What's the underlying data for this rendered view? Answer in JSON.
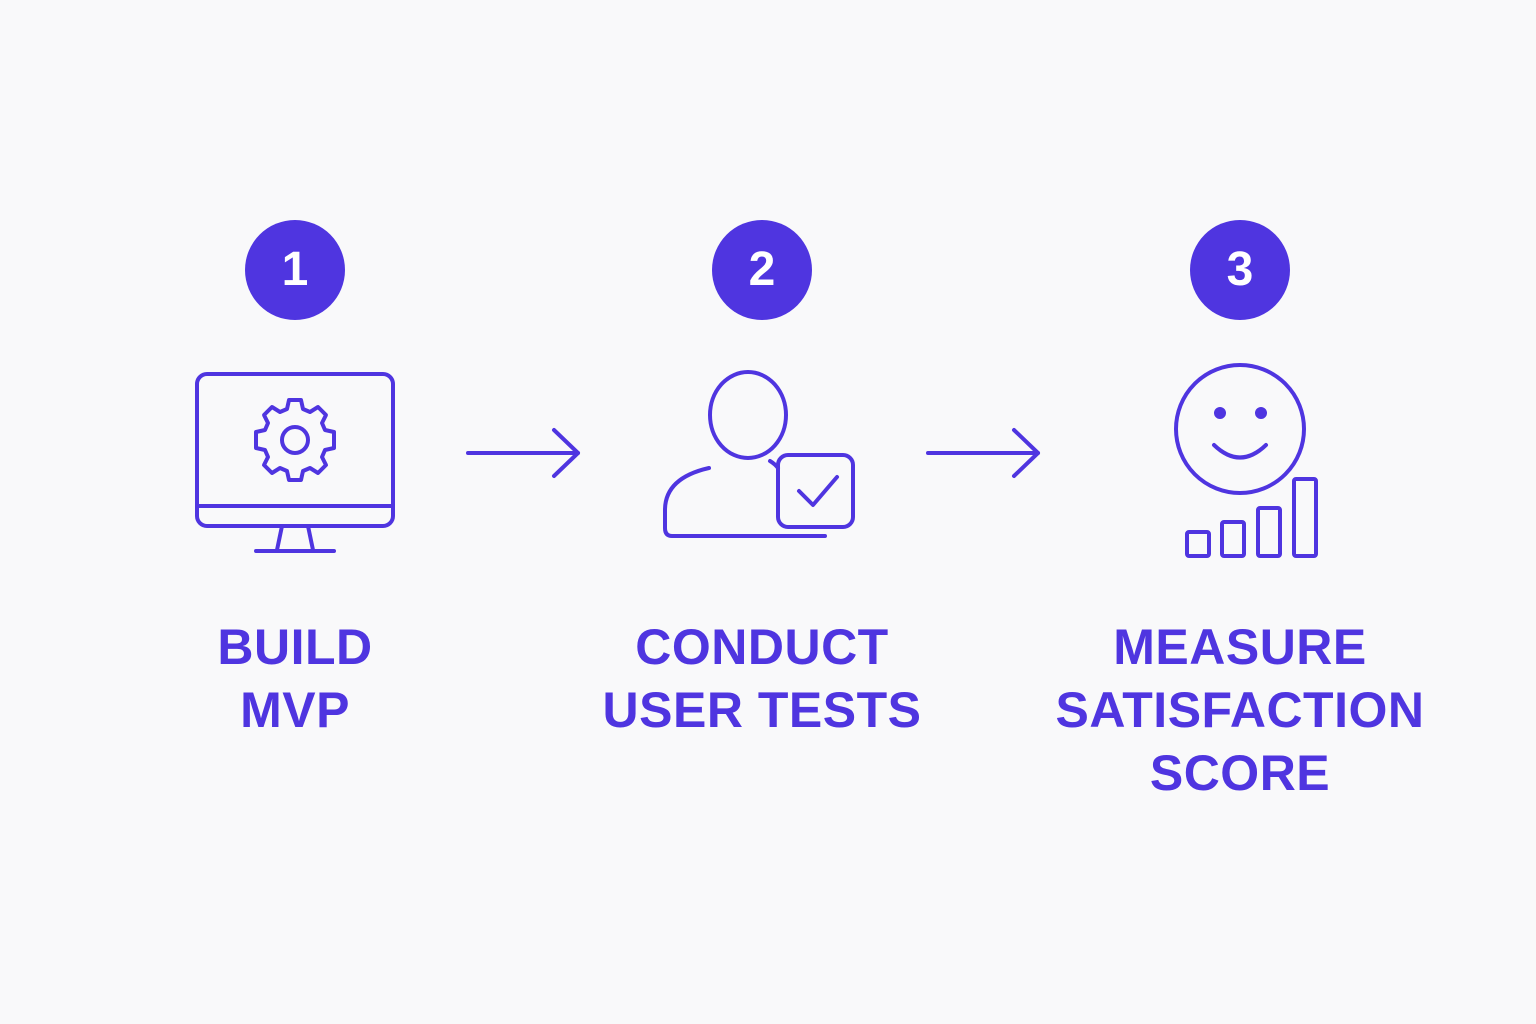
{
  "accent_color": "#4f35e0",
  "background_color": "#f9f9fa",
  "steps": [
    {
      "number": "1",
      "icon": "monitor-gear-icon",
      "label_lines": [
        "BUILD",
        "MVP"
      ]
    },
    {
      "number": "2",
      "icon": "user-check-icon",
      "label_lines": [
        "CONDUCT",
        "USER TESTS"
      ]
    },
    {
      "number": "3",
      "icon": "smiley-bar-chart-icon",
      "label_lines": [
        "MEASURE",
        "SATISFACTION",
        "SCORE"
      ]
    }
  ],
  "connectors": [
    {
      "icon": "arrow-right-icon"
    },
    {
      "icon": "arrow-right-icon"
    }
  ]
}
